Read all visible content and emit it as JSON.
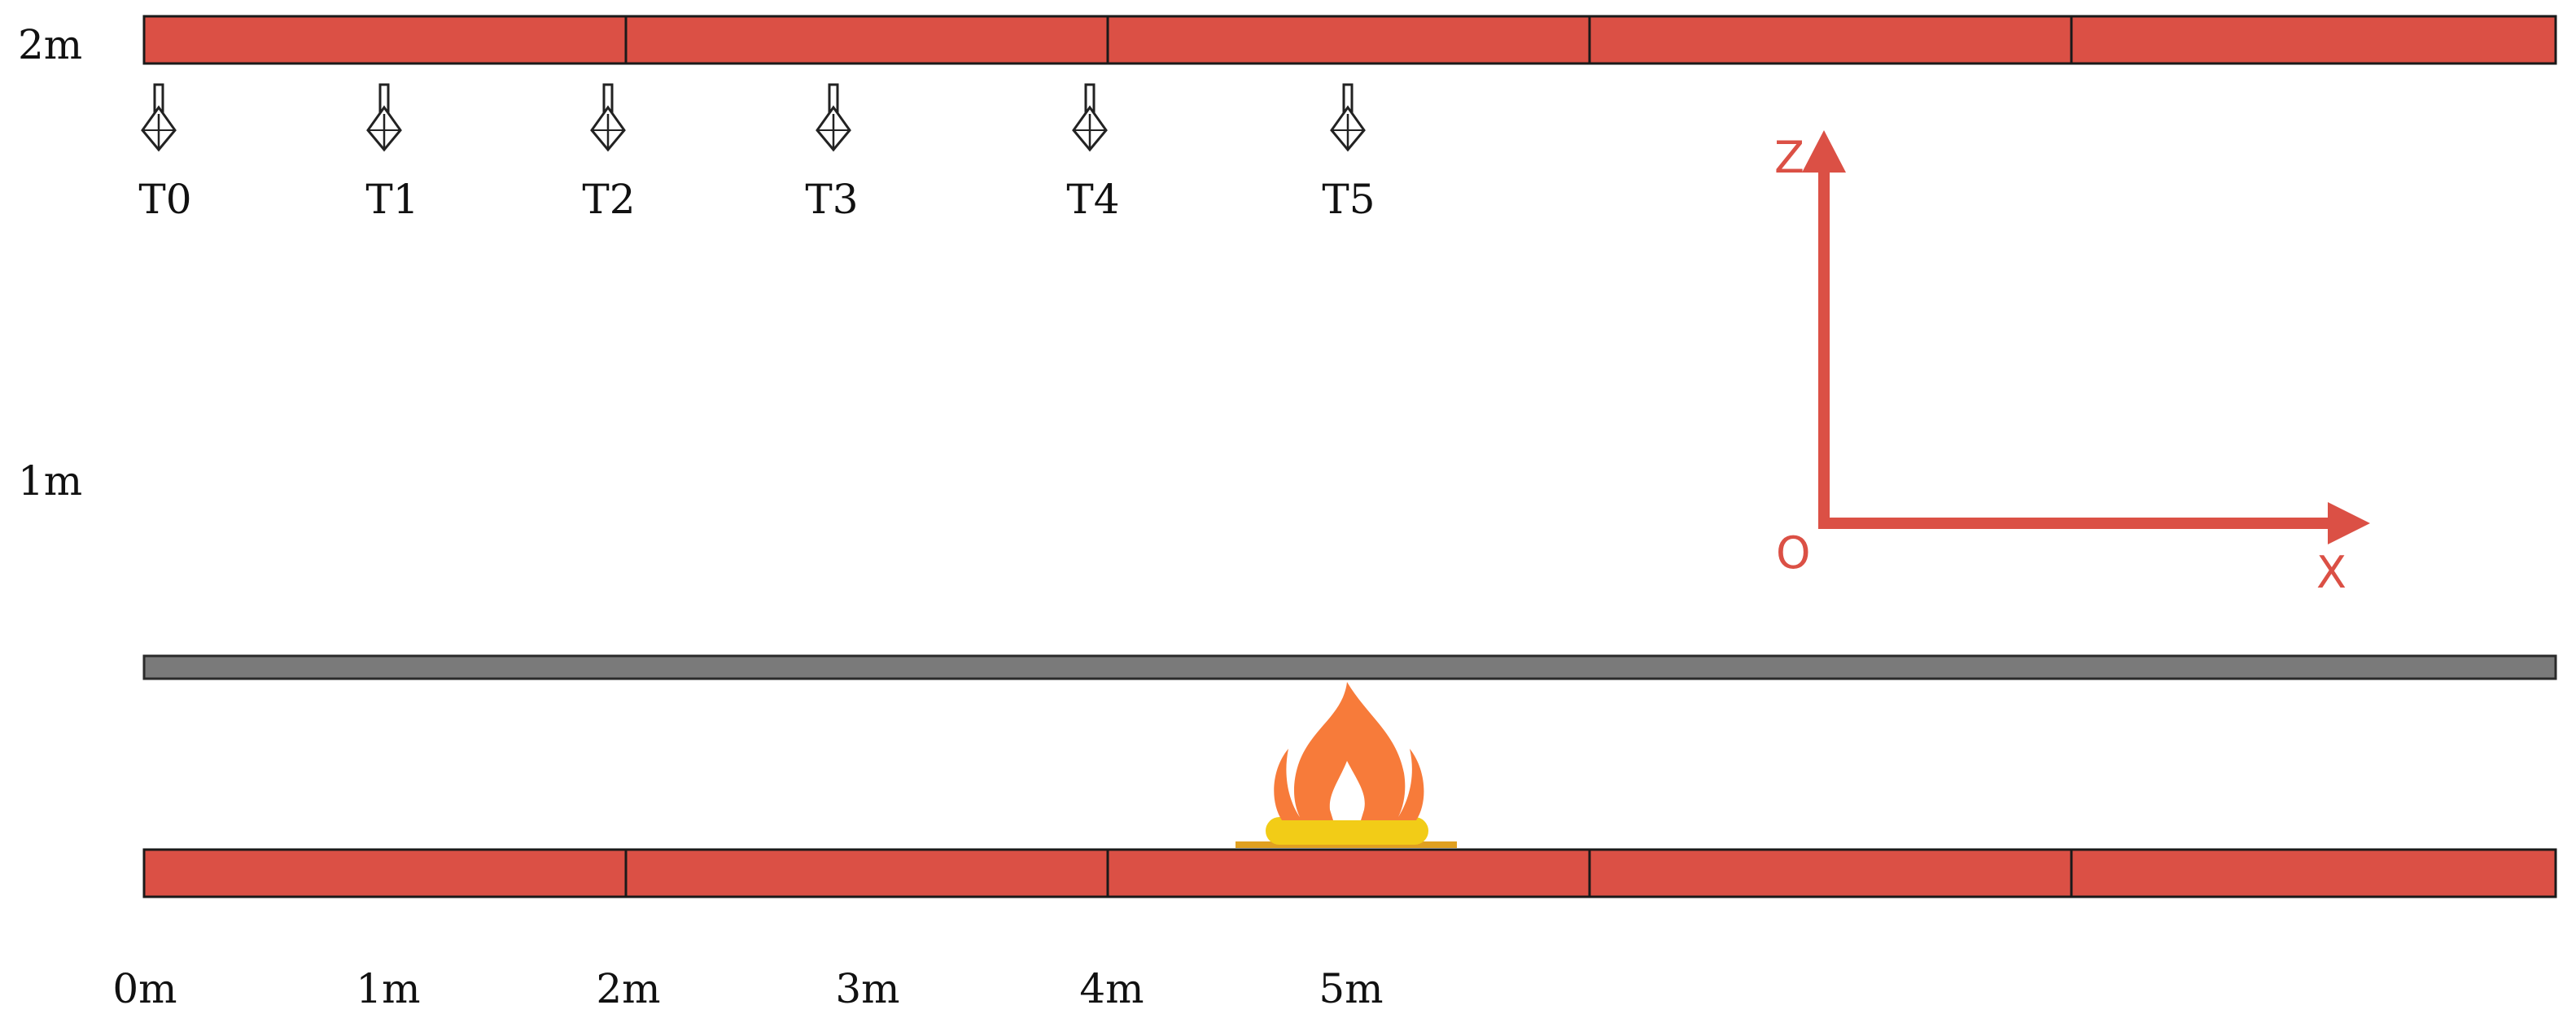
{
  "height_labels": [
    "2m",
    "1m"
  ],
  "distance_labels": [
    "0m",
    "1m",
    "2m",
    "3m",
    "4m",
    "5m"
  ],
  "sensors": [
    "T0",
    "T1",
    "T2",
    "T3",
    "T4",
    "T5"
  ],
  "axes": {
    "origin": "O",
    "x": "X",
    "z": "Z"
  },
  "colors": {
    "beam": "#db5045",
    "beam_edge": "#1a1a1a",
    "plate": "#7a7a7a",
    "axis": "#db5045",
    "flame": "#f77b3a",
    "flame_inner": "#ffffff",
    "burner": "#f2cc17"
  },
  "icons": {
    "sensor": "thermocouple-icon",
    "fire": "flame-icon"
  }
}
